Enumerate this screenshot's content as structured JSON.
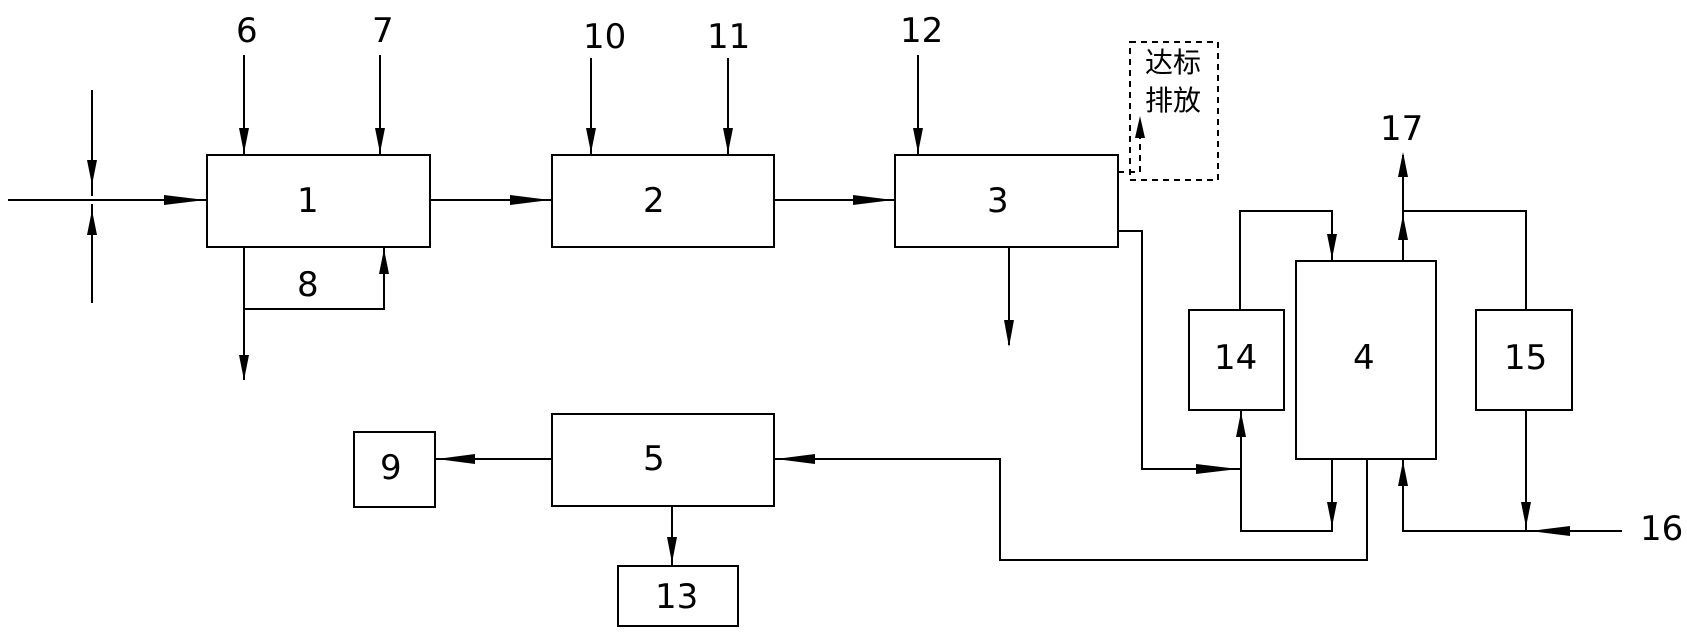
{
  "boxes": {
    "b1": "1",
    "b2": "2",
    "b3": "3",
    "b4": "4",
    "b5": "5",
    "b9": "9",
    "b13": "13",
    "b14": "14",
    "b15": "15"
  },
  "labels": {
    "l6": "6",
    "l7": "7",
    "l8": "8",
    "l10": "10",
    "l11": "11",
    "l12": "12",
    "l16": "16",
    "l17": "17"
  },
  "discharge": {
    "line1": "达标",
    "line2": "排放"
  }
}
